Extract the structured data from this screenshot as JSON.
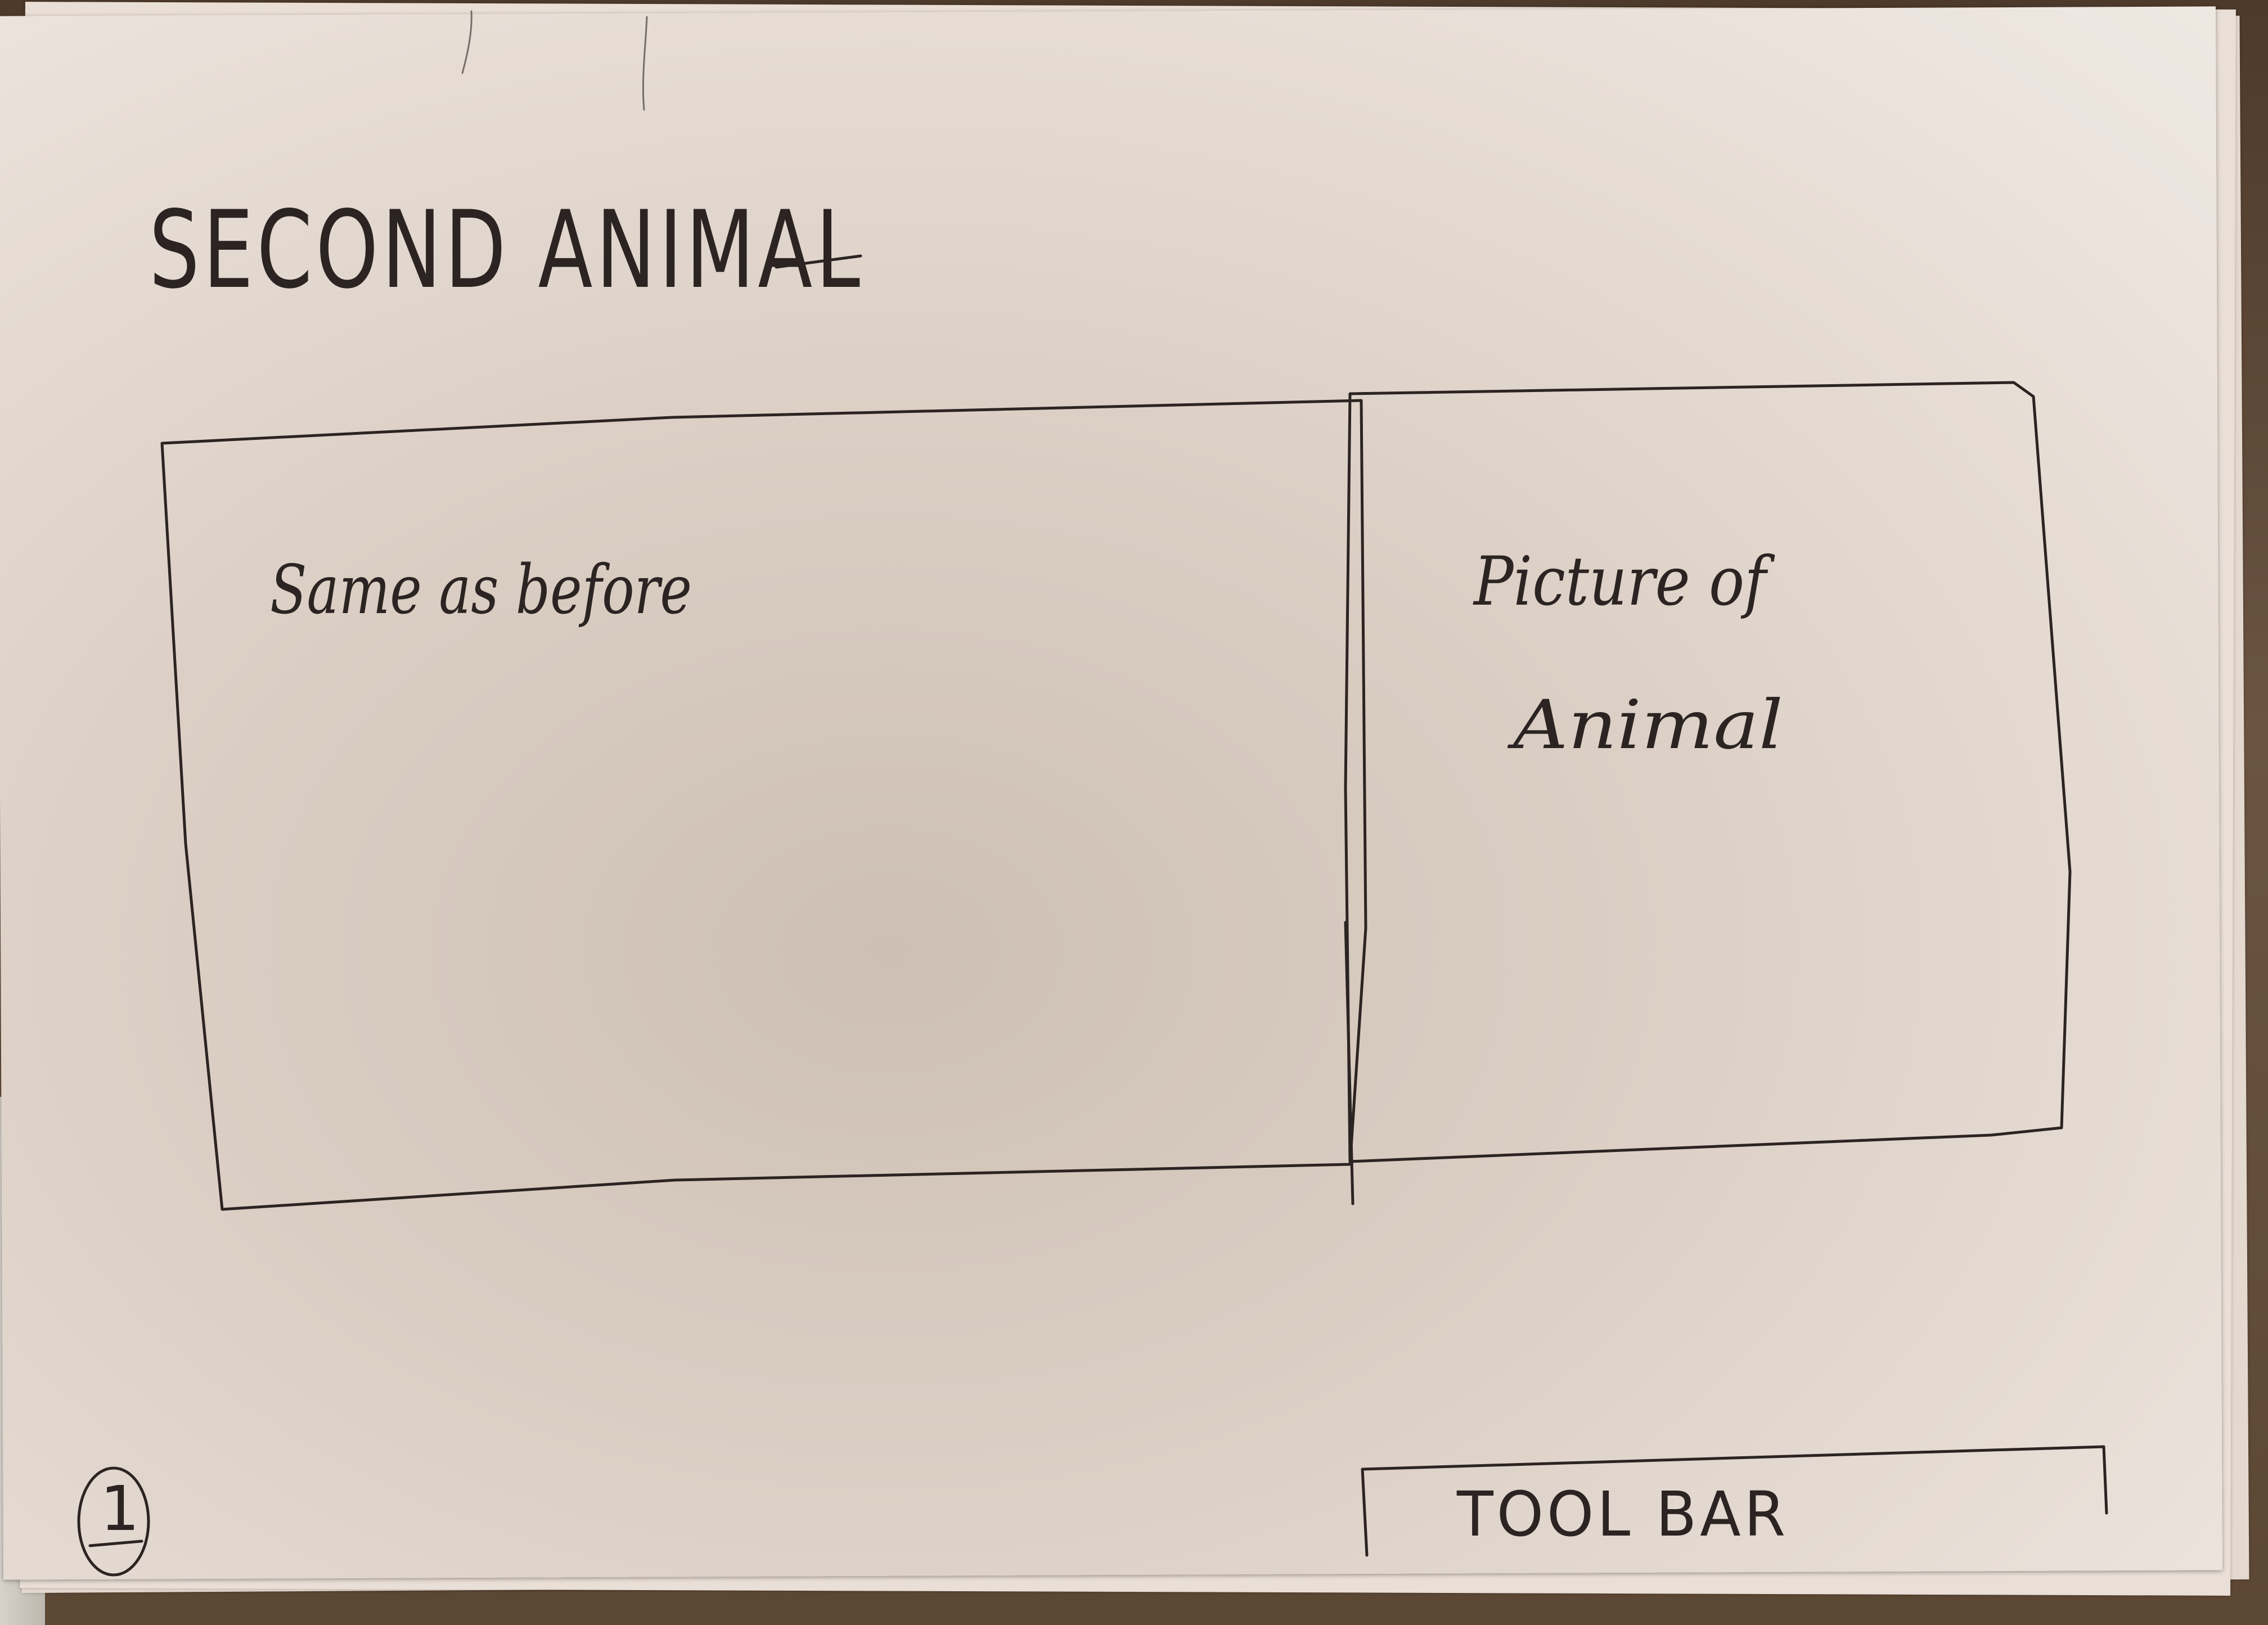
{
  "sketch": {
    "title": "SECOND ANIMAL",
    "left_panel": {
      "note": "Same as before"
    },
    "right_panel": {
      "line1": "Picture of",
      "line2": "Animal"
    },
    "toolbar": {
      "label": "TOOL BAR"
    },
    "page_marker": {
      "number": "1"
    }
  },
  "colors": {
    "ink": "#2b2422",
    "paper": "#e9e1da",
    "table": "#5a4636"
  }
}
